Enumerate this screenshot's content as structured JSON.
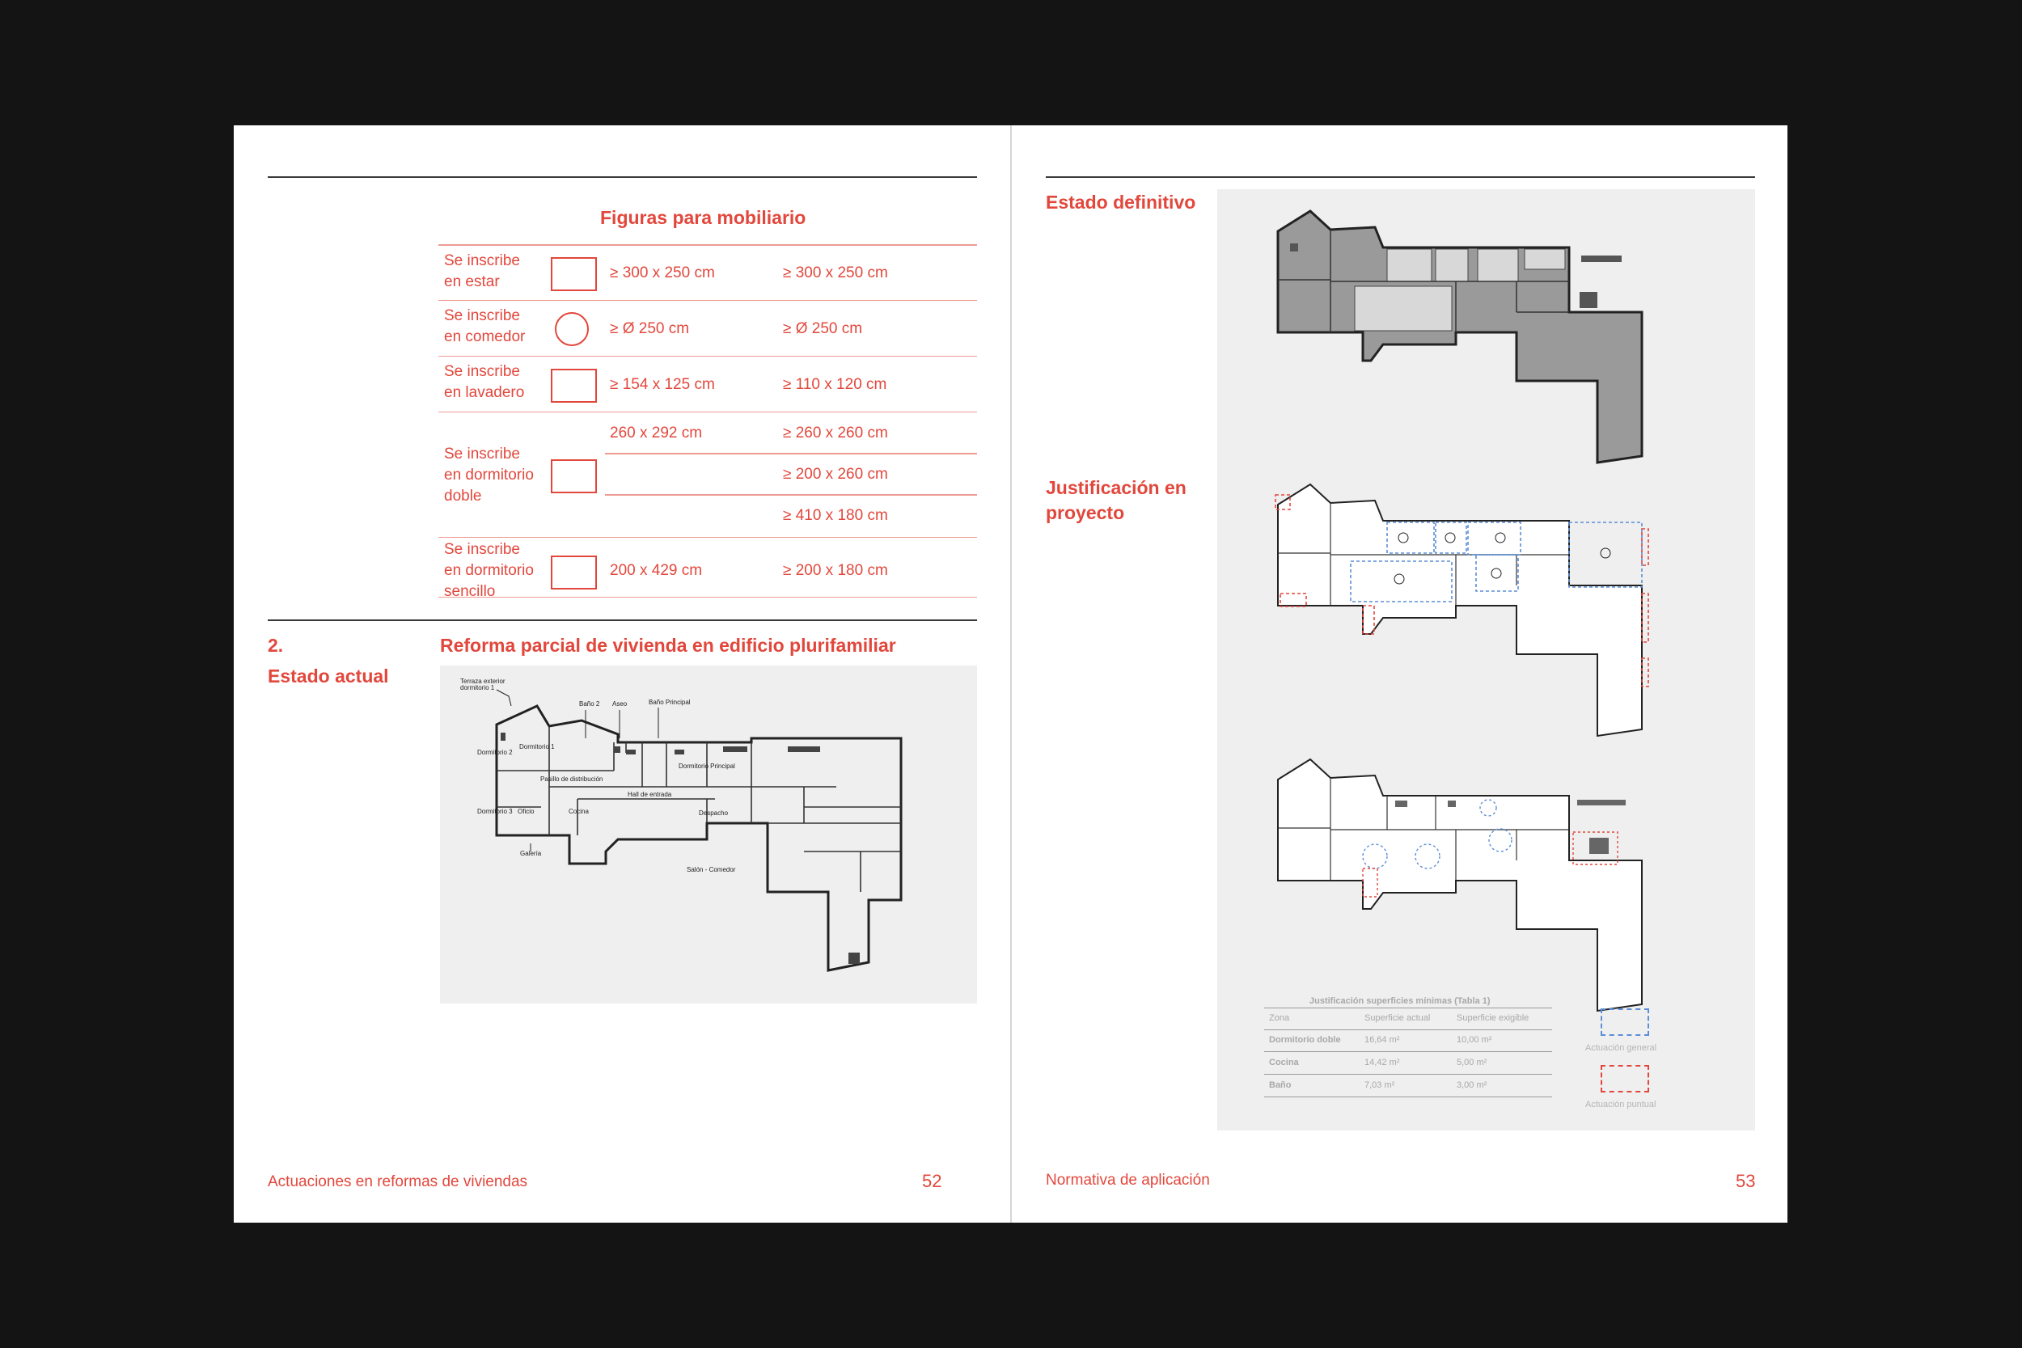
{
  "left_page": {
    "furniture_table": {
      "title": "Figuras para mobiliario",
      "rows": [
        {
          "label_lines": [
            "Se inscribe",
            "en estar"
          ],
          "shape": "square",
          "col1": "≥ 300 x 250 cm",
          "col2": "≥ 300 x 250 cm"
        },
        {
          "label_lines": [
            "Se inscribe",
            "en comedor"
          ],
          "shape": "circle",
          "col1": "≥ Ø 250 cm",
          "col2": "≥ Ø 250 cm"
        },
        {
          "label_lines": [
            "Se inscribe",
            "en lavadero"
          ],
          "shape": "square",
          "col1": "≥ 154 x 125 cm",
          "col2": "≥ 110 x 120 cm"
        },
        {
          "label_lines": [
            "Se inscribe",
            "en dormitorio",
            "doble"
          ],
          "shape": "square",
          "col1": "260 x 292 cm",
          "col2_lines": [
            "≥ 260 x 260 cm",
            "≥ 200 x 260 cm",
            "≥ 410 x 180 cm"
          ]
        },
        {
          "label_lines": [
            "Se inscribe",
            "en dormitorio",
            "sencillo"
          ],
          "shape": "square",
          "col1": "200 x 429 cm",
          "col2": "≥ 200 x 180 cm"
        }
      ]
    },
    "section_number": "2.",
    "section_title": "Estado actual",
    "plan_title": "Reforma parcial de vivienda en edificio plurifamiliar",
    "plan_labels": {
      "terraza": [
        "Terraza exterior",
        "dormitorio 1"
      ],
      "bano2": "Baño 2",
      "aseo": "Aseo",
      "bano_principal": "Baño Principal",
      "dormitorio1": "Dormitorio 1",
      "dormitorio2": "Dormitorio 2",
      "dormitorio_principal": "Dormitorio Principal",
      "pasillo": "Pasillo de distribución",
      "hall": "Hall de entrada",
      "dormitorio3": "Dormitorio 3",
      "oficio": "Oficio",
      "cocina": "Cocina",
      "despacho": "Despacho",
      "galeria": "Galería",
      "salon": "Salón - Comedor"
    },
    "footer": "Actuaciones en reformas de viviendas",
    "page_number": "52"
  },
  "right_page": {
    "label_estado": "Estado definitivo",
    "label_justificacion": [
      "Justificación en",
      "proyecto"
    ],
    "justification_table": {
      "title": "Justificación superficies mínimas (Tabla 1)",
      "headers": [
        "Zona",
        "Superficie actual",
        "Superficie exigible"
      ],
      "rows": [
        [
          "Dormitorio doble",
          "16,64 m²",
          "10,00 m²"
        ],
        [
          "Cocina",
          "14,42 m²",
          "5,00 m²"
        ],
        [
          "Baño",
          "7,03 m²",
          "3,00 m²"
        ]
      ]
    },
    "legend": {
      "general": "Actuación general",
      "puntual": "Actuación puntual",
      "general_color": "#5b8ed6",
      "puntual_color": "#e2473c"
    },
    "footer": "Normativa de aplicación",
    "page_number": "53"
  },
  "colors": {
    "accent": "#e2473c",
    "accent_light": "#ee9b93",
    "background": "#141414",
    "panel": "#efefef"
  }
}
